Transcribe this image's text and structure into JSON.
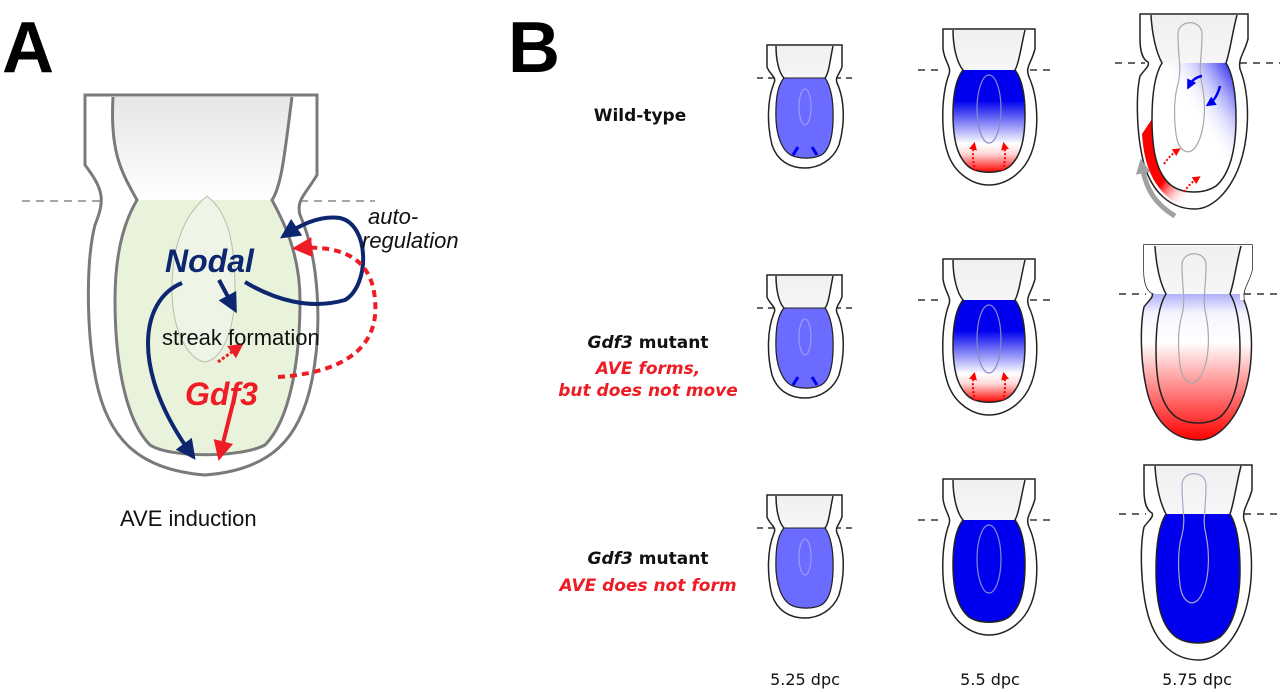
{
  "panels": {
    "A": {
      "letter": "A",
      "labels": {
        "nodal": "Nodal",
        "gdf3": "Gdf3",
        "streak": "streak formation",
        "auto_line1": "auto-",
        "auto_line2": "regulation",
        "ave_induction": "AVE induction"
      },
      "colors": {
        "nodal": "#0d2670",
        "gdf3": "#ee1c24",
        "epiblast_fill": "#e9f3dc",
        "outline": "#7a7a7a"
      }
    },
    "B": {
      "letter": "B",
      "rows": [
        {
          "label_gene": "",
          "label_text": "Wild-type",
          "subtitle": ""
        },
        {
          "label_gene": "Gdf3",
          "label_text": " mutant",
          "subtitle_line1": "AVE forms,",
          "subtitle_line2": "but does not move"
        },
        {
          "label_gene": "Gdf3",
          "label_text": " mutant",
          "subtitle_line1": "AVE does not form",
          "subtitle_line2": ""
        }
      ],
      "stages": [
        "5.25 dpc",
        "5.5 dpc",
        "5.75 dpc"
      ],
      "colors": {
        "nodal_blue": "#0000ee",
        "light_blue": "#6b6bff",
        "ave_red": "#ff0000",
        "migration_arrow": "#a0a0a0"
      }
    }
  }
}
